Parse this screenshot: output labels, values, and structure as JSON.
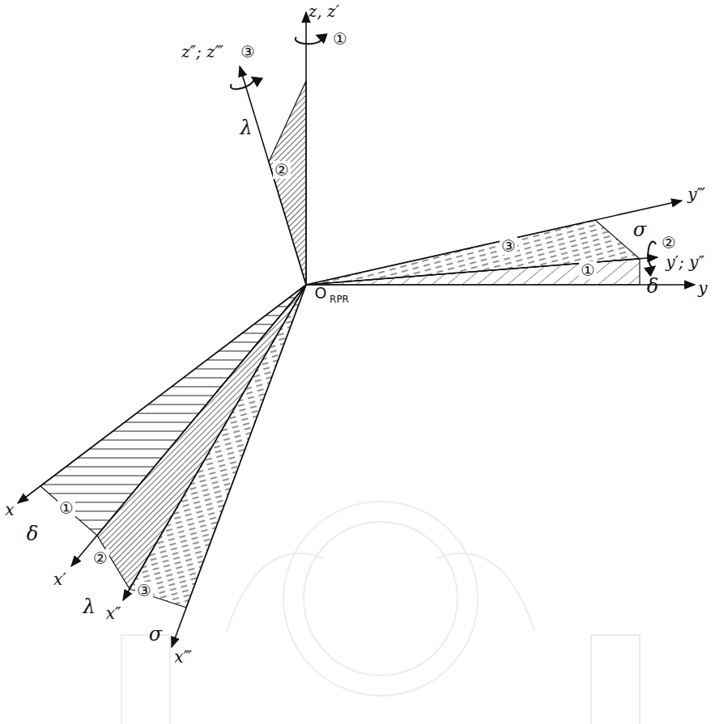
{
  "diagram": {
    "labels": [
      "z, z′",
      "①",
      "z″; z‴",
      "③",
      "λ",
      "②",
      "y‴",
      "σ",
      "③",
      "y′; y″",
      "②",
      "①",
      "δ",
      "y",
      "O",
      "RPR",
      "x",
      "δ",
      "①",
      "②",
      "λ",
      "x′",
      "x″",
      "③",
      "σ",
      "x‴"
    ]
  }
}
